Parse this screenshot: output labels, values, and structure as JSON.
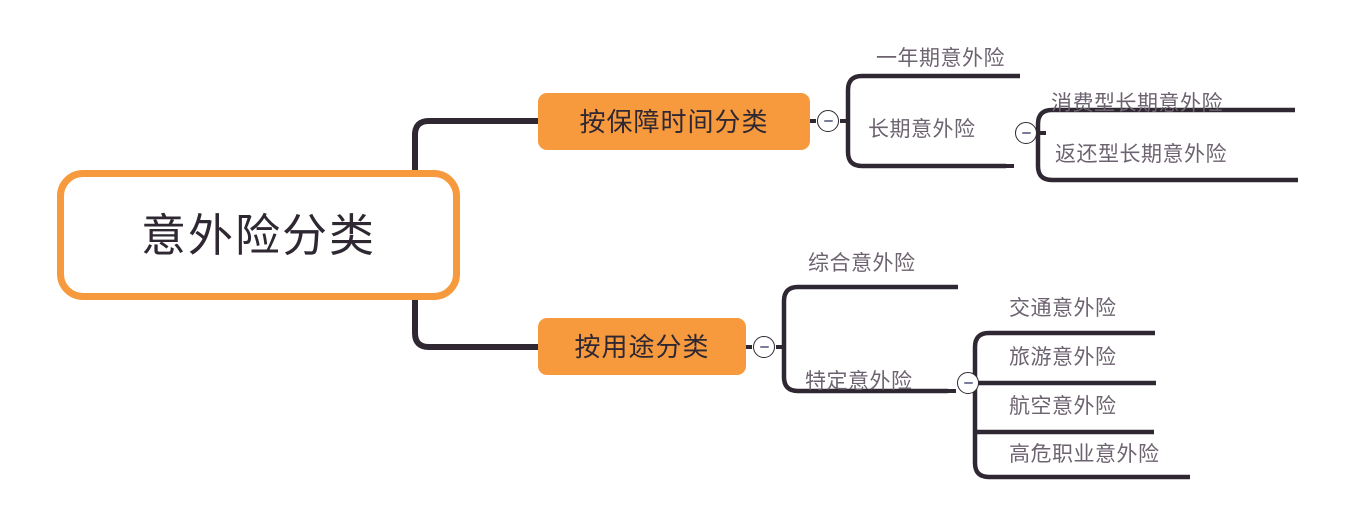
{
  "document": {
    "type": "mindmap",
    "title": "意外险分类",
    "background_color": "#FFFFFF"
  },
  "theme": {
    "accent_orange": "#F79A3E",
    "line_color": "#2F2833",
    "root_text_color": "#2F2833",
    "branch_text_color": "#2F2833",
    "leaf_text_color": "#6D6370",
    "toggle_fill": "#FFFFFF",
    "toggle_minus_color": "#7A7C9B"
  },
  "root": {
    "label": "意外险分类"
  },
  "branches": [
    {
      "id": "time",
      "label": "按保障时间分类",
      "toggle": {
        "name": "collapse-toggle-time",
        "state": "expanded",
        "glyph": "minus"
      },
      "children": [
        {
          "id": "one-year",
          "label": "一年期意外险",
          "children": []
        },
        {
          "id": "long-term",
          "label": "长期意外险",
          "toggle": {
            "name": "collapse-toggle-long-term",
            "state": "expanded",
            "glyph": "minus"
          },
          "children": [
            {
              "id": "consumer-long-term",
              "label": "消费型长期意外险"
            },
            {
              "id": "refund-long-term",
              "label": "返还型长期意外险"
            }
          ]
        }
      ]
    },
    {
      "id": "use",
      "label": "按用途分类",
      "toggle": {
        "name": "collapse-toggle-use",
        "state": "expanded",
        "glyph": "minus"
      },
      "children": [
        {
          "id": "comprehensive",
          "label": "综合意外险",
          "children": []
        },
        {
          "id": "specific",
          "label": "特定意外险",
          "toggle": {
            "name": "collapse-toggle-specific",
            "state": "expanded",
            "glyph": "minus"
          },
          "children": [
            {
              "id": "traffic",
              "label": "交通意外险"
            },
            {
              "id": "travel",
              "label": "旅游意外险"
            },
            {
              "id": "aviation",
              "label": "航空意外险"
            },
            {
              "id": "high-risk-occupation",
              "label": "高危职业意外险"
            }
          ]
        }
      ]
    }
  ]
}
